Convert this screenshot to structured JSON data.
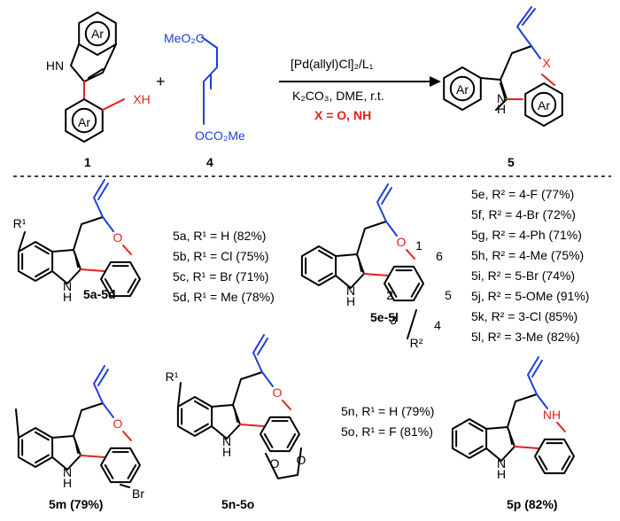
{
  "scheme": {
    "reagent_4_top": "MeO₂C",
    "reagent_4_bottom": "OCO₂Me",
    "conditions": {
      "catalyst": "[Pd(allyl)Cl]₂/L₁",
      "base_solvent": "K₂CO₃, DME, r.t.",
      "x_def": "X = O, NH"
    },
    "compound_labels": {
      "c1": "1",
      "c4": "4",
      "c5": "5"
    },
    "plus": "+",
    "ring_labels": {
      "ar": "Ar",
      "nh": "HN",
      "xh": "XH",
      "x": "X",
      "indole_nh": "H"
    }
  },
  "series_5a_5d": {
    "group_label": "5a-5d",
    "r_label": "R¹",
    "entries": [
      "5a, R¹ = H (82%)",
      "5b, R¹ = Cl (75%)",
      "5c, R¹ = Br (71%)",
      "5d, R¹ = Me (78%)"
    ]
  },
  "series_5e_5l": {
    "group_label": "5e-5l",
    "r_label": "R²",
    "positions": [
      "1",
      "2",
      "3",
      "4",
      "5",
      "6"
    ],
    "entries": [
      "5e, R² = 4-F (77%)",
      "5f, R² = 4-Br (72%)",
      "5g, R² = 4-Ph (71%)",
      "5h, R² = 4-Me (75%)",
      "5i, R² = 5-Br (74%)",
      "5j, R² = 5-OMe (91%)",
      "5k, R² = 3-Cl (85%)",
      "5l, R² = 3-Me (82%)"
    ]
  },
  "compound_5m": {
    "label": "5m (79%)",
    "substituent": "Br"
  },
  "series_5n_5o": {
    "group_label": "5n-5o",
    "r_label": "R¹",
    "entries": [
      "5n, R¹ = H (79%)",
      "5o, R¹ = F (81%)"
    ]
  },
  "compound_5p": {
    "label": "5p (82%)"
  },
  "atoms": {
    "O": "O",
    "N": "N",
    "H": "H",
    "NH": "NH"
  },
  "colors": {
    "bond": "#000000",
    "blue": "#1f3fd6",
    "red": "#e0231b"
  }
}
